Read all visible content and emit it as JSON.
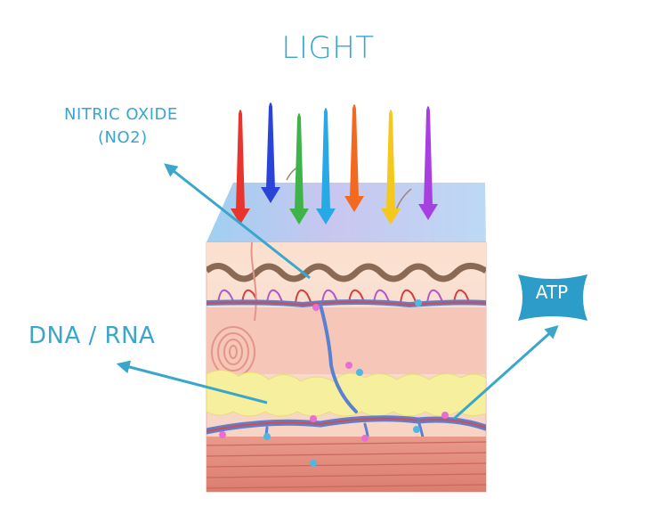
{
  "diagram": {
    "title": "LIGHT",
    "labels": {
      "nitric_oxide_line1": "NITRIC OXIDE",
      "nitric_oxide_line2": "(NO2)",
      "dna_rna": "DNA / RNA",
      "atp": "ATP"
    },
    "light_arrow_colors": [
      "#e8352d",
      "#2a44d8",
      "#3fb34a",
      "#27a9e6",
      "#f26a1f",
      "#f4c81d",
      "#a83fe0"
    ],
    "colors": {
      "label_text": "#3aa6c9",
      "pointer_arrow": "#3aa6c9",
      "atp_badge": "#2c9cc8",
      "epidermis_top": "#a9d3ef",
      "dermis": "#f5c3b5",
      "fat": "#f6ef9e",
      "muscle": "#e28a7c",
      "vessels": "#5b80cf"
    }
  }
}
